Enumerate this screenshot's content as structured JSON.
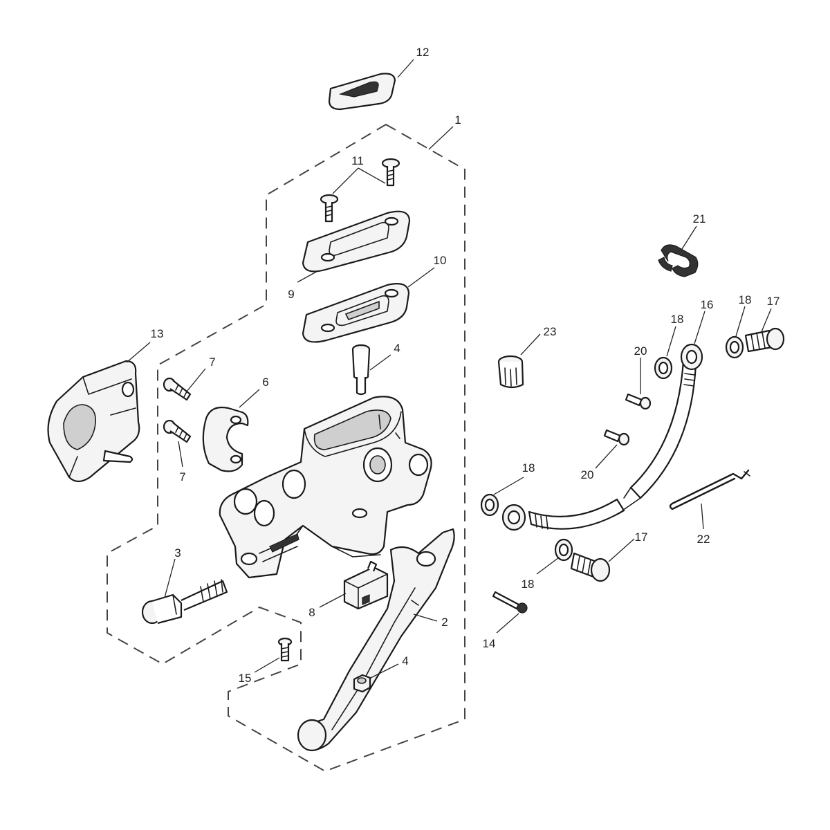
{
  "callouts": [
    {
      "id": "c12",
      "label": "12"
    },
    {
      "id": "c1",
      "label": "1"
    },
    {
      "id": "c11",
      "label": "11"
    },
    {
      "id": "c9",
      "label": "9"
    },
    {
      "id": "c10",
      "label": "10"
    },
    {
      "id": "c13",
      "label": "13"
    },
    {
      "id": "c7a",
      "label": "7"
    },
    {
      "id": "c7b",
      "label": "7"
    },
    {
      "id": "c6",
      "label": "6"
    },
    {
      "id": "c4a",
      "label": "4"
    },
    {
      "id": "c3",
      "label": "3"
    },
    {
      "id": "c8",
      "label": "8"
    },
    {
      "id": "c2",
      "label": "2"
    },
    {
      "id": "c4b",
      "label": "4"
    },
    {
      "id": "c15",
      "label": "15"
    },
    {
      "id": "c21",
      "label": "21"
    },
    {
      "id": "c23",
      "label": "23"
    },
    {
      "id": "c20a",
      "label": "20"
    },
    {
      "id": "c18a",
      "label": "18"
    },
    {
      "id": "c16",
      "label": "16"
    },
    {
      "id": "c18b",
      "label": "18"
    },
    {
      "id": "c17a",
      "label": "17"
    },
    {
      "id": "c20b",
      "label": "20"
    },
    {
      "id": "c18c",
      "label": "18"
    },
    {
      "id": "c22",
      "label": "22"
    },
    {
      "id": "c17b",
      "label": "17"
    },
    {
      "id": "c18d",
      "label": "18"
    },
    {
      "id": "c14",
      "label": "14"
    }
  ]
}
